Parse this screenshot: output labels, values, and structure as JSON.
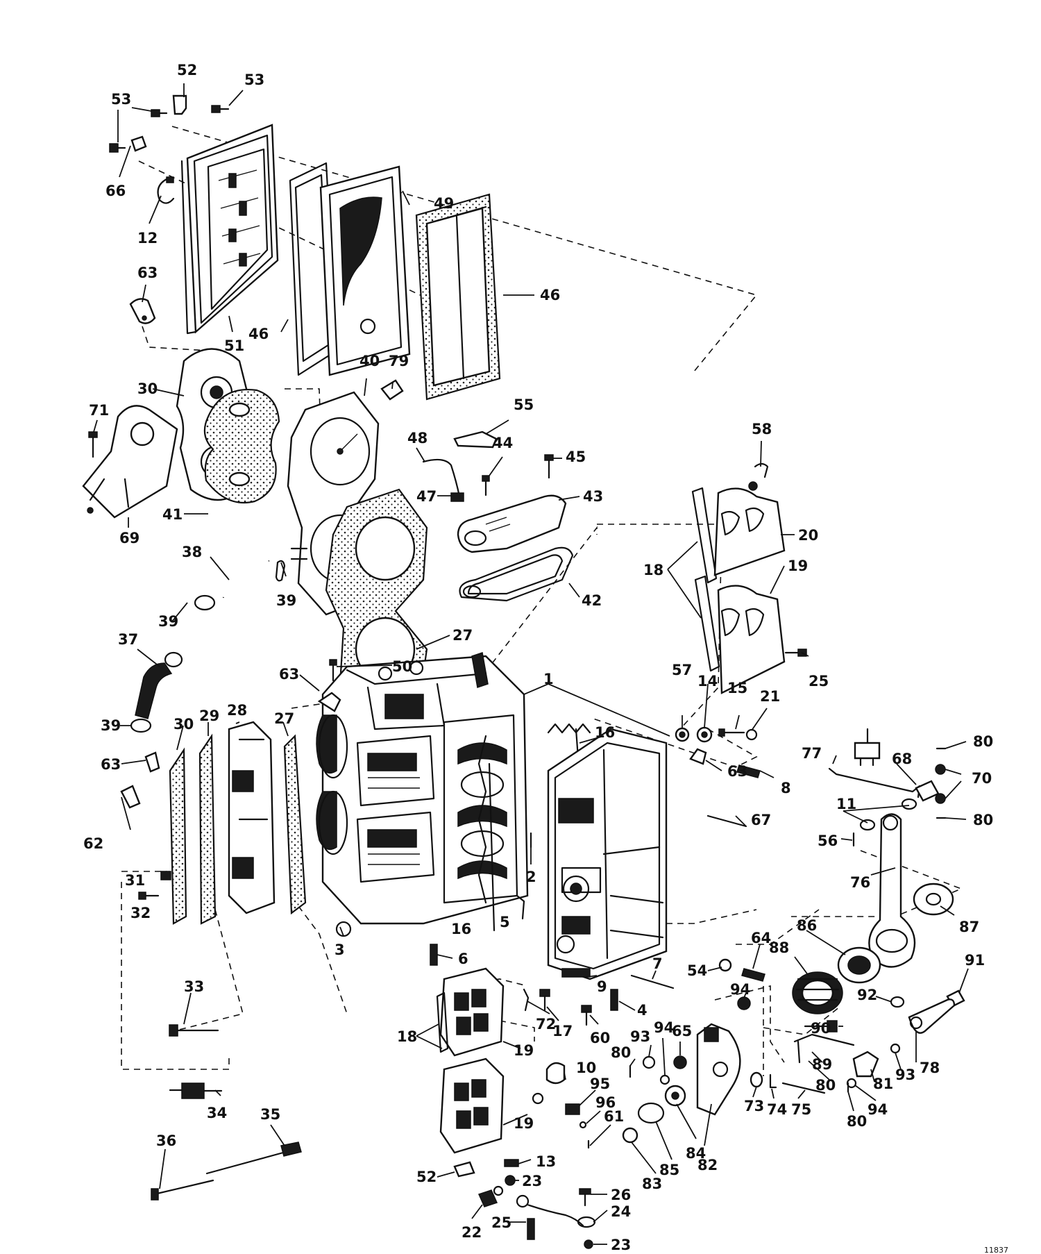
{
  "diagram": {
    "catalog_number": "11837",
    "callouts": [
      {
        "id": "c53a",
        "text": "53"
      },
      {
        "id": "c52a",
        "text": "52"
      },
      {
        "id": "c53b",
        "text": "53"
      },
      {
        "id": "c66a",
        "text": "66"
      },
      {
        "id": "c12",
        "text": "12"
      },
      {
        "id": "c63a",
        "text": "63"
      },
      {
        "id": "c51",
        "text": "51"
      },
      {
        "id": "c46a",
        "text": "46"
      },
      {
        "id": "c49",
        "text": "49"
      },
      {
        "id": "c46b",
        "text": "46"
      },
      {
        "id": "c30a",
        "text": "30"
      },
      {
        "id": "c40",
        "text": "40"
      },
      {
        "id": "c79",
        "text": "79"
      },
      {
        "id": "c71",
        "text": "71"
      },
      {
        "id": "c55",
        "text": "55"
      },
      {
        "id": "c48",
        "text": "48"
      },
      {
        "id": "c44",
        "text": "44"
      },
      {
        "id": "c45",
        "text": "45"
      },
      {
        "id": "c58",
        "text": "58"
      },
      {
        "id": "c47",
        "text": "47"
      },
      {
        "id": "c43",
        "text": "43"
      },
      {
        "id": "c41",
        "text": "41"
      },
      {
        "id": "c20",
        "text": "20"
      },
      {
        "id": "c69",
        "text": "69"
      },
      {
        "id": "c38",
        "text": "38"
      },
      {
        "id": "c19a",
        "text": "19"
      },
      {
        "id": "c18a",
        "text": "18"
      },
      {
        "id": "c39a",
        "text": "39"
      },
      {
        "id": "c42",
        "text": "42"
      },
      {
        "id": "c39b",
        "text": "39"
      },
      {
        "id": "c27a",
        "text": "27"
      },
      {
        "id": "c37",
        "text": "37"
      },
      {
        "id": "c50",
        "text": "50"
      },
      {
        "id": "c25a",
        "text": "25"
      },
      {
        "id": "c63b",
        "text": "63"
      },
      {
        "id": "c1",
        "text": "1"
      },
      {
        "id": "c57",
        "text": "57"
      },
      {
        "id": "c14",
        "text": "14"
      },
      {
        "id": "c15",
        "text": "15"
      },
      {
        "id": "c21",
        "text": "21"
      },
      {
        "id": "c39c",
        "text": "39"
      },
      {
        "id": "c30b",
        "text": "30"
      },
      {
        "id": "c29",
        "text": "29"
      },
      {
        "id": "c28",
        "text": "28"
      },
      {
        "id": "c27b",
        "text": "27"
      },
      {
        "id": "c16a",
        "text": "16"
      },
      {
        "id": "c80a",
        "text": "80"
      },
      {
        "id": "c63c",
        "text": "63"
      },
      {
        "id": "c63d",
        "text": "63"
      },
      {
        "id": "c77",
        "text": "77"
      },
      {
        "id": "c68",
        "text": "68"
      },
      {
        "id": "c70",
        "text": "70"
      },
      {
        "id": "c8",
        "text": "8"
      },
      {
        "id": "c62",
        "text": "62"
      },
      {
        "id": "c67",
        "text": "67"
      },
      {
        "id": "c11",
        "text": "11"
      },
      {
        "id": "c80b",
        "text": "80"
      },
      {
        "id": "c56",
        "text": "56"
      },
      {
        "id": "c2",
        "text": "2"
      },
      {
        "id": "c76",
        "text": "76"
      },
      {
        "id": "c31",
        "text": "31"
      },
      {
        "id": "c32",
        "text": "32"
      },
      {
        "id": "c5",
        "text": "5"
      },
      {
        "id": "c16b",
        "text": "16"
      },
      {
        "id": "c87",
        "text": "87"
      },
      {
        "id": "c86",
        "text": "86"
      },
      {
        "id": "c3",
        "text": "3"
      },
      {
        "id": "c64",
        "text": "64"
      },
      {
        "id": "c88",
        "text": "88"
      },
      {
        "id": "c91",
        "text": "91"
      },
      {
        "id": "c6",
        "text": "6"
      },
      {
        "id": "c54",
        "text": "54"
      },
      {
        "id": "c7",
        "text": "7"
      },
      {
        "id": "c9",
        "text": "9"
      },
      {
        "id": "c94a",
        "text": "94"
      },
      {
        "id": "c92",
        "text": "92"
      },
      {
        "id": "c33",
        "text": "33"
      },
      {
        "id": "c4",
        "text": "4"
      },
      {
        "id": "c72",
        "text": "72"
      },
      {
        "id": "c17",
        "text": "17"
      },
      {
        "id": "c60",
        "text": "60"
      },
      {
        "id": "c90",
        "text": "90"
      },
      {
        "id": "c18b",
        "text": "18"
      },
      {
        "id": "c65",
        "text": "65"
      },
      {
        "id": "c94b",
        "text": "94"
      },
      {
        "id": "c93a",
        "text": "93"
      },
      {
        "id": "c19b",
        "text": "19"
      },
      {
        "id": "c80c",
        "text": "80"
      },
      {
        "id": "c89",
        "text": "89"
      },
      {
        "id": "c78",
        "text": "78"
      },
      {
        "id": "c93b",
        "text": "93"
      },
      {
        "id": "c10",
        "text": "10"
      },
      {
        "id": "c80d",
        "text": "80"
      },
      {
        "id": "c81",
        "text": "81"
      },
      {
        "id": "c95",
        "text": "95"
      },
      {
        "id": "c34",
        "text": "34"
      },
      {
        "id": "c35",
        "text": "35"
      },
      {
        "id": "c96",
        "text": "96"
      },
      {
        "id": "c73",
        "text": "73"
      },
      {
        "id": "c74",
        "text": "74"
      },
      {
        "id": "c75",
        "text": "75"
      },
      {
        "id": "c94c",
        "text": "94"
      },
      {
        "id": "c80e",
        "text": "80"
      },
      {
        "id": "c61",
        "text": "61"
      },
      {
        "id": "c19c",
        "text": "19"
      },
      {
        "id": "c36",
        "text": "36"
      },
      {
        "id": "c13",
        "text": "13"
      },
      {
        "id": "c84",
        "text": "84"
      },
      {
        "id": "c82",
        "text": "82"
      },
      {
        "id": "c85",
        "text": "85"
      },
      {
        "id": "c83",
        "text": "83"
      },
      {
        "id": "c23a",
        "text": "23"
      },
      {
        "id": "c52b",
        "text": "52"
      },
      {
        "id": "c26",
        "text": "26"
      },
      {
        "id": "c24",
        "text": "24"
      },
      {
        "id": "c22",
        "text": "22"
      },
      {
        "id": "c25b",
        "text": "25"
      },
      {
        "id": "c23b",
        "text": "23"
      }
    ]
  }
}
